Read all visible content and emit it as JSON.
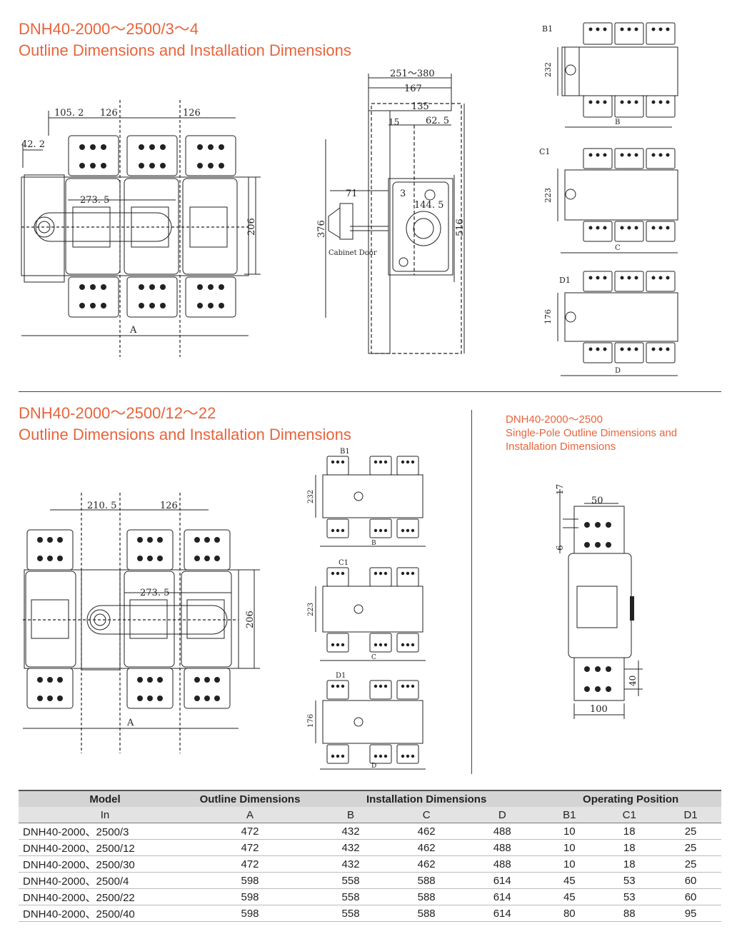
{
  "section1": {
    "title_line1": "DNH40-2000～2500/3～4",
    "title_line2": "Outline Dimensions and Installation Dimensions",
    "front": {
      "d105": "105. 2",
      "d126a": "126",
      "d126b": "126",
      "d42": "42. 2",
      "d273": "273. 5",
      "d206": "206",
      "labelA": "A"
    },
    "side": {
      "d251": "251～380",
      "d167": "167",
      "d135": "135",
      "d15": "15",
      "d62": "62. 5",
      "d71": "71",
      "d3": "3",
      "d144": "144. 5",
      "d376": "376",
      "d516": "516",
      "door": "Cabinet Door"
    },
    "install": {
      "B": {
        "pos": "B1",
        "h": "232",
        "w": "B"
      },
      "C": {
        "pos": "C1",
        "h": "223",
        "w": "C"
      },
      "D": {
        "pos": "D1",
        "h": "176",
        "w": "D"
      }
    }
  },
  "section2": {
    "title_line1": "DNH40-2000～2500/12～22",
    "title_line2": "Outline Dimensions and Installation Dimensions",
    "front": {
      "d210": "210. 5",
      "d126": "126",
      "d273": "273. 5",
      "d206": "206",
      "labelA": "A"
    },
    "install": {
      "B": {
        "pos": "B1",
        "h": "232",
        "w": "B"
      },
      "C": {
        "pos": "C1",
        "h": "223",
        "w": "C"
      },
      "D": {
        "pos": "D1",
        "h": "176",
        "w": "D"
      }
    }
  },
  "section3": {
    "title_line1": "DNH40-2000～2500",
    "title_line2": "Single-Pole Outline Dimensions and",
    "title_line3": "Installation Dimensions",
    "dims": {
      "d17": "17",
      "d50": "50",
      "d6": "6",
      "d40": "40",
      "d100": "100"
    }
  },
  "table": {
    "group_headers": [
      "Model",
      "Outline Dimensions",
      "Installation Dimensions",
      "Operating Position"
    ],
    "sub_headers": [
      "In",
      "A",
      "B",
      "C",
      "D",
      "B1",
      "C1",
      "D1"
    ],
    "rows": [
      [
        "DNH40-2000、2500/3",
        "472",
        "432",
        "462",
        "488",
        "10",
        "18",
        "25"
      ],
      [
        "DNH40-2000、2500/12",
        "472",
        "432",
        "462",
        "488",
        "10",
        "18",
        "25"
      ],
      [
        "DNH40-2000、2500/30",
        "472",
        "432",
        "462",
        "488",
        "10",
        "18",
        "25"
      ],
      [
        "DNH40-2000、2500/4",
        "598",
        "558",
        "588",
        "614",
        "45",
        "53",
        "60"
      ],
      [
        "DNH40-2000、2500/22",
        "598",
        "558",
        "588",
        "614",
        "45",
        "53",
        "60"
      ],
      [
        "DNH40-2000、2500/40",
        "598",
        "558",
        "588",
        "614",
        "80",
        "88",
        "95"
      ]
    ]
  }
}
